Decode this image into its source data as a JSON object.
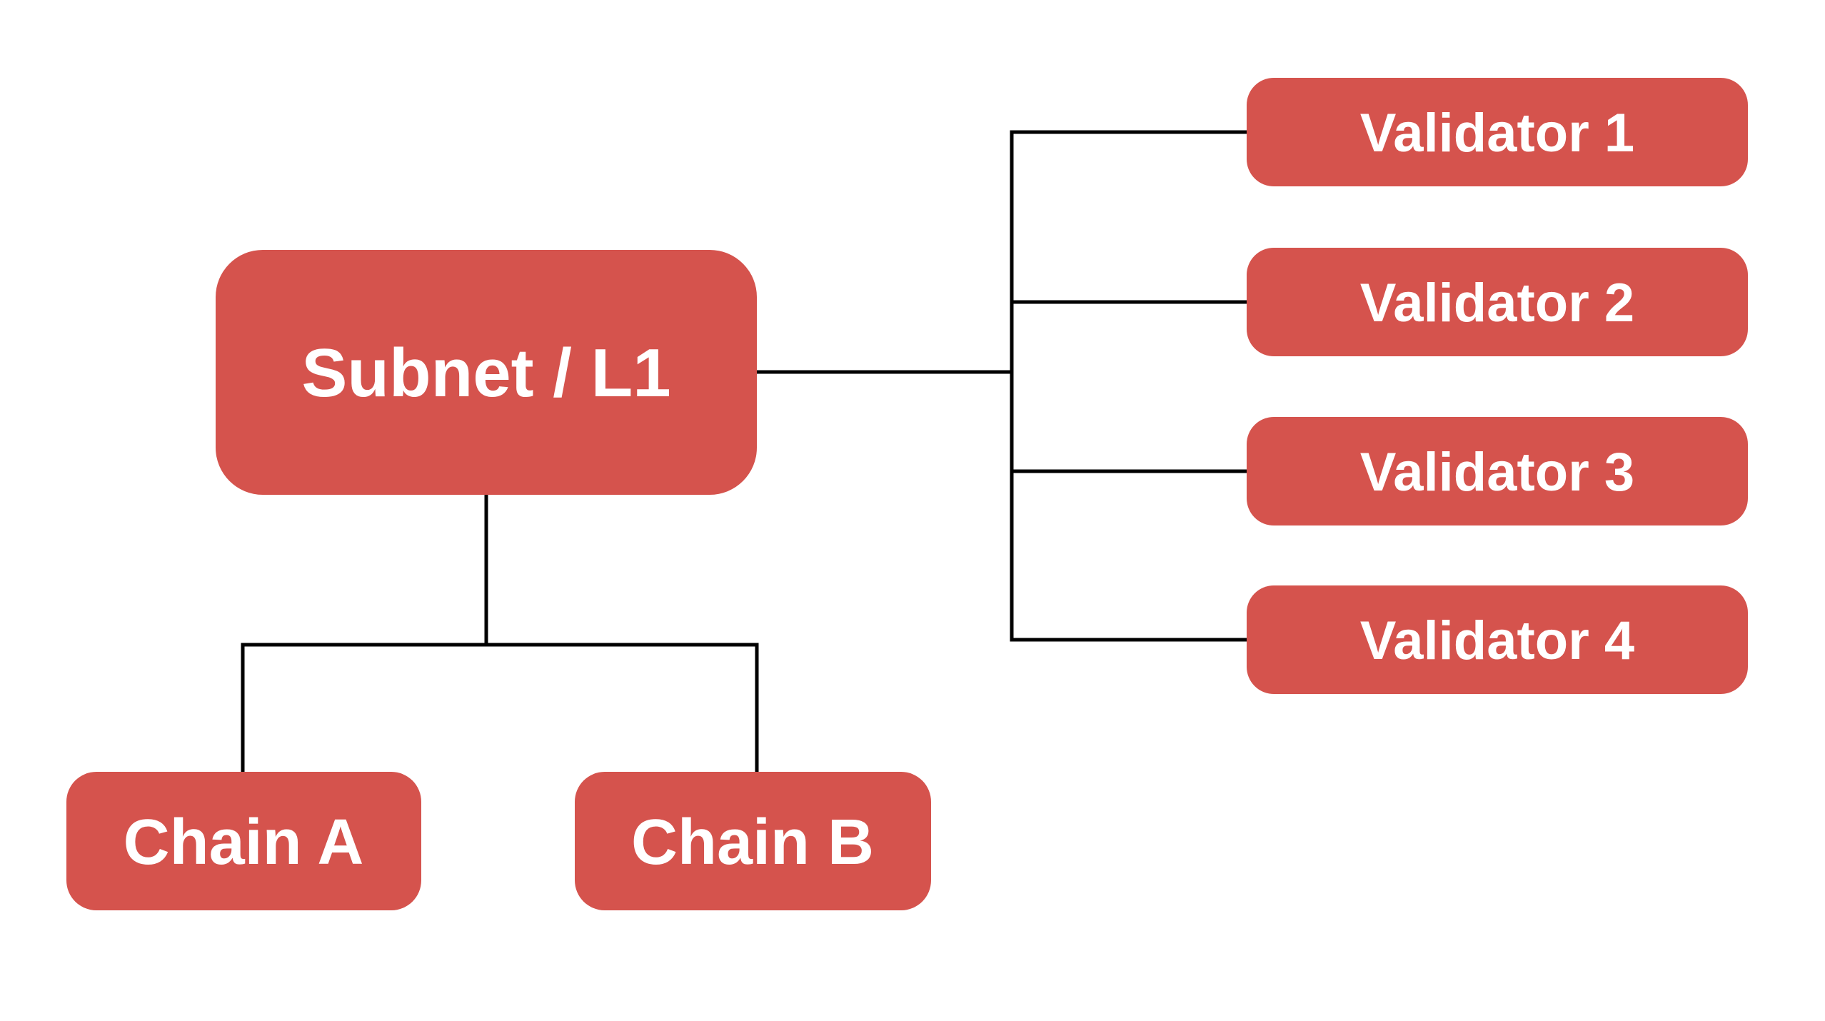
{
  "canvas": {
    "background_color": "#ffffff"
  },
  "style": {
    "node_fill_color": "#d5534d",
    "node_text_color": "#ffffff",
    "connector_color": "#000000"
  },
  "diagram": {
    "type": "org-tree",
    "root_label": "Subnet / L1",
    "nodes": {
      "subnet": {
        "label": "Subnet / L1"
      },
      "validator1": {
        "label": "Validator 1"
      },
      "validator2": {
        "label": "Validator 2"
      },
      "validator3": {
        "label": "Validator 3"
      },
      "validator4": {
        "label": "Validator 4"
      },
      "chainA": {
        "label": "Chain A"
      },
      "chainB": {
        "label": "Chain B"
      }
    },
    "edges": [
      {
        "from": "Subnet / L1",
        "to": "Validator 1"
      },
      {
        "from": "Subnet / L1",
        "to": "Validator 2"
      },
      {
        "from": "Subnet / L1",
        "to": "Validator 3"
      },
      {
        "from": "Subnet / L1",
        "to": "Validator 4"
      },
      {
        "from": "Subnet / L1",
        "to": "Chain A"
      },
      {
        "from": "Subnet / L1",
        "to": "Chain B"
      }
    ]
  }
}
